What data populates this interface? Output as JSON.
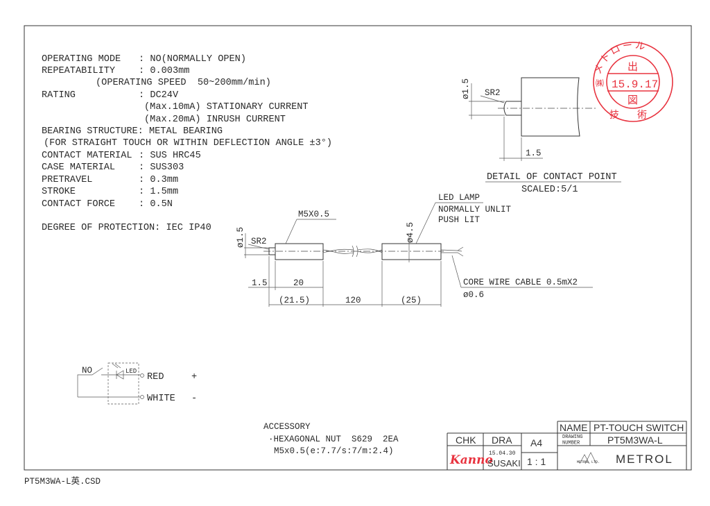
{
  "specs": {
    "operating_mode": {
      "label": "OPERATING MODE",
      "value": ": NO(NORMALLY OPEN)"
    },
    "repeatability": {
      "label": "REPEATABILITY",
      "value": ": 0.003mm"
    },
    "operating_speed": "(OPERATING SPEED  50~200mm/min)",
    "rating": {
      "label": "RATING",
      "value": ": DC24V"
    },
    "stationary_current": "(Max.10mA) STATIONARY CURRENT",
    "inrush_current": "(Max.20mA) INRUSH CURRENT",
    "bearing_structure": "BEARING STRUCTURE: METAL BEARING",
    "bearing_note": "(FOR STRAIGHT TOUCH OR WITHIN DEFLECTION ANGLE ±3°)",
    "contact_material": {
      "label": "CONTACT MATERIAL",
      "value": ": SUS HRC45"
    },
    "case_material": {
      "label": "CASE MATERIAL",
      "value": ": SUS303"
    },
    "pretravel": {
      "label": "PRETRAVEL",
      "value": ": 0.3mm"
    },
    "stroke": {
      "label": "STROKE",
      "value": ": 1.5mm"
    },
    "contact_force": {
      "label": "CONTACT FORCE",
      "value": ": 0.5N"
    },
    "protection": "DEGREE OF PROTECTION: IEC IP40"
  },
  "detail": {
    "dia": "ø1.5",
    "radius": "SR2",
    "length": "1.5",
    "title": "DETAIL OF CONTACT POINT",
    "scale": "SCALED:5/1"
  },
  "stamp": {
    "outer": "メトロール",
    "company_mark": "㈱",
    "top": "出",
    "date": "15.9.17",
    "bottom": "図",
    "lower": "技術"
  },
  "main_drawing": {
    "thread": "M5X0.5",
    "led_lamp": "LED LAMP",
    "led_note_1": "NORMALLY UNLIT",
    "led_note_2": "PUSH LIT",
    "tip_dia": "ø1.5",
    "tip_radius": "SR2",
    "body_dia": "ø4.5",
    "dim_tip": "1.5",
    "dim_thread": "20",
    "dim_front": "(21.5)",
    "dim_cable": "120",
    "dim_rear": "(25)",
    "cable": "CORE WIRE CABLE 0.5mX2",
    "cable_dia": "ø0.6"
  },
  "circuit": {
    "no": "NO",
    "led": "LED",
    "red": "RED",
    "plus": "+",
    "white": "WHITE",
    "minus": "-"
  },
  "accessory": {
    "title": "ACCESSORY",
    "item": "·HEXAGONAL NUT  S629  2EA",
    "spec": "M5x0.5(e:7.7/s:7/m:2.4)"
  },
  "title_block": {
    "name_label": "NAME",
    "name": "PT-TOUCH SWITCH",
    "drawing_number_label_1": "DRAWING",
    "drawing_number_label_2": "NUMBER",
    "drawing_number": "PT5M3WA-L",
    "chk": "CHK",
    "dra": "DRA",
    "size": "A4",
    "checker_signature": "Kanno",
    "date": "15.04.30",
    "drafter": "SUSAKI",
    "scale": "1 : 1",
    "logo_text": "METROL LTD.",
    "company": "METROL"
  },
  "file_name": "PT5M3WA-L英.CSD"
}
